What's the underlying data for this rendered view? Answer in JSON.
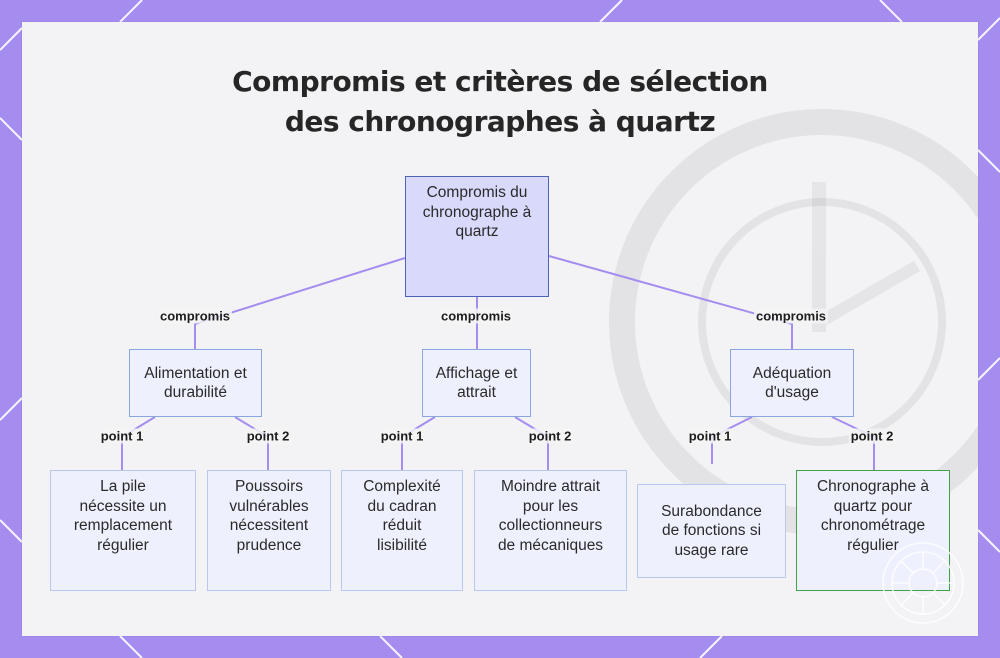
{
  "title": {
    "line1": "Compromis et critères de sélection",
    "line2": "des chronographes à quartz"
  },
  "root": {
    "label": "Compromis du chronographe à quartz"
  },
  "edge_labels": {
    "level1": "compromis",
    "point1": "point 1",
    "point2": "point 2"
  },
  "branches": [
    {
      "label": "Alimentation et durabilité",
      "leaves": [
        {
          "label": "La pile nécessite un remplacement régulier"
        },
        {
          "label": "Poussoirs vulnérables nécessitent prudence"
        }
      ]
    },
    {
      "label": "Affichage et attrait",
      "leaves": [
        {
          "label": "Complexité du cadran réduit lisibilité"
        },
        {
          "label": "Moindre attrait pour les collectionneurs de mécaniques"
        }
      ]
    },
    {
      "label": "Adéquation d'usage",
      "leaves": [
        {
          "label": "Surabondance de fonctions si usage rare"
        },
        {
          "label": "Chronographe à quartz pour chronométrage régulier",
          "highlight": true
        }
      ]
    }
  ],
  "colors": {
    "frame": "#a58df0",
    "edge": "#a58df0",
    "root_fill": "#d9d9fb",
    "root_border": "#4e63b6",
    "node_fill": "#eef1fd",
    "highlight_border": "#3fa14b"
  }
}
